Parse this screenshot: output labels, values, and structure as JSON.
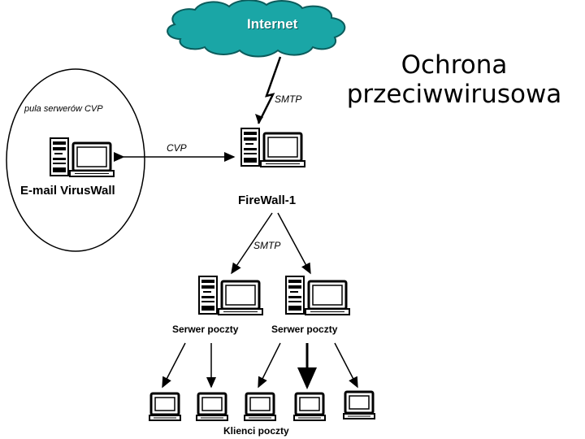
{
  "title": {
    "line1": "Ochrona",
    "line2": "przeciwwirusowa"
  },
  "cloud": {
    "label": "Internet",
    "color": "#1aa6a6"
  },
  "links": {
    "smtp_top": "SMTP",
    "cvp": "CVP",
    "smtp_mid": "SMTP"
  },
  "nodes": {
    "pool_label": "pula serwerów CVP",
    "virus_wall": "E-mail VirusWall",
    "firewall": "FireWall-1",
    "mail_server_1": "Serwer poczty",
    "mail_server_2": "Serwer poczty",
    "clients": "Klienci poczty"
  }
}
